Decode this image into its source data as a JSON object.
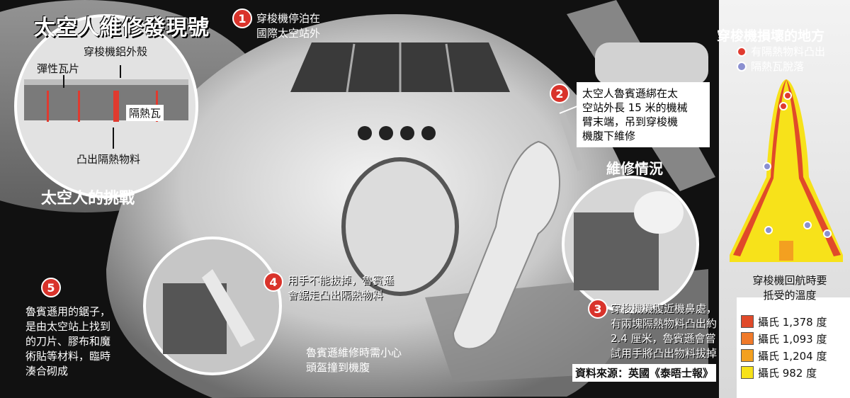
{
  "title": "太空人維修發現號",
  "subtitle": "太空人的挑戰",
  "repair_heading": "維修情況",
  "inset_labels": {
    "aluminium_shell": "穿梭機鋁外殼",
    "elastic_tile": "彈性瓦片",
    "heat_tile": "隔熱瓦",
    "protruding_material": "凸出隔熱物料"
  },
  "steps": [
    {
      "num": "1",
      "text_lines": [
        "穿梭機停泊在",
        "國際太空站外"
      ]
    },
    {
      "num": "2",
      "text_lines": [
        "太空人魯賓遜綁在太",
        "空站外長 15 米的機械",
        "臂末端，吊到穿梭機",
        "機腹下維修"
      ]
    },
    {
      "num": "3",
      "text_lines": [
        "穿梭機機腹近機鼻處，",
        "有兩塊隔熱物料凸出約",
        "2.4 厘米，魯賓遜會嘗",
        "試用手將凸出物料拔掉"
      ]
    },
    {
      "num": "4",
      "text_lines": [
        "用手不能拔掉，魯賓遜",
        "會鋸走凸出隔熱物料"
      ]
    },
    {
      "num": "5",
      "text_lines": [
        "魯賓遜用的鋸子，",
        "是由太空站上找到",
        "的刀片、膠布和魔",
        "術貼等材料，臨時",
        "湊合砌成"
      ]
    }
  ],
  "caution_lines": [
    "魯賓遜維修時需小心",
    "頭盔撞到機腹"
  ],
  "damage": {
    "title": "穿梭機損壞的地方",
    "legend": [
      {
        "label": "有隔熱物料凸出",
        "color": "#e03a2f"
      },
      {
        "label": "隔熱瓦脫落",
        "color": "#8a8fd0"
      }
    ]
  },
  "temperature": {
    "title_lines": [
      "穿梭機回航時要",
      "抵受的溫度"
    ],
    "items": [
      {
        "label": "攝氏 1,378 度",
        "color": "#e04a2a"
      },
      {
        "label": "攝氏 1,093 度",
        "color": "#f07a2a"
      },
      {
        "label": "攝氏 1,204 度",
        "color": "#f3a020"
      },
      {
        "label": "攝氏 982 度",
        "color": "#f7e21a"
      }
    ]
  },
  "source": "資料來源：英國《泰晤士報》"
}
